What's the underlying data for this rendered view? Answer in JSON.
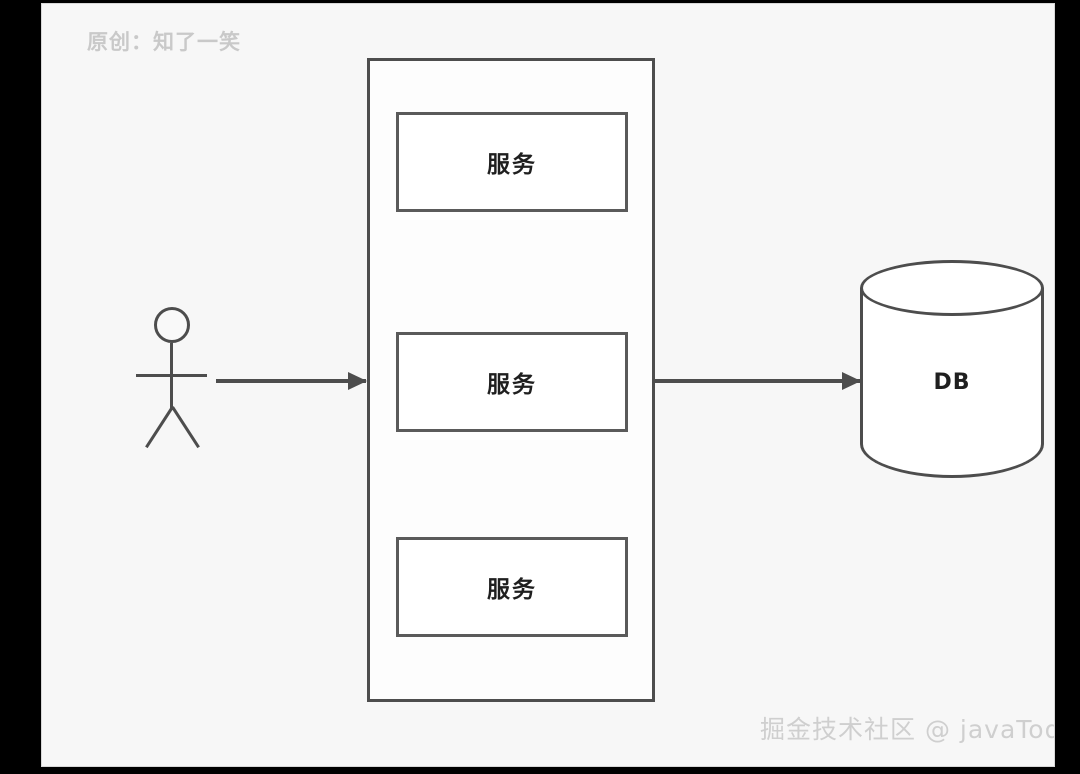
{
  "diagram": {
    "title_watermark": "原创：知了一笑",
    "footer_watermark": "掘金技术社区 @ javaTodo",
    "colors": {
      "frame": "#000000",
      "canvas_bg": "#f7f7f7",
      "stroke": "#4d4d4d",
      "box_stroke": "#5a5a5a",
      "text": "#1f1f1f",
      "watermark": "#cfcfcf"
    },
    "actor": {
      "name": "user-actor",
      "label": ""
    },
    "container": {
      "name": "service-container",
      "label": ""
    },
    "services": [
      {
        "label": "服务"
      },
      {
        "label": "服务"
      },
      {
        "label": "服务"
      }
    ],
    "database": {
      "label": "DB"
    },
    "arrows": [
      {
        "from": "user-actor",
        "to": "service-container",
        "label": ""
      },
      {
        "from": "service-container",
        "to": "database",
        "label": ""
      }
    ]
  }
}
